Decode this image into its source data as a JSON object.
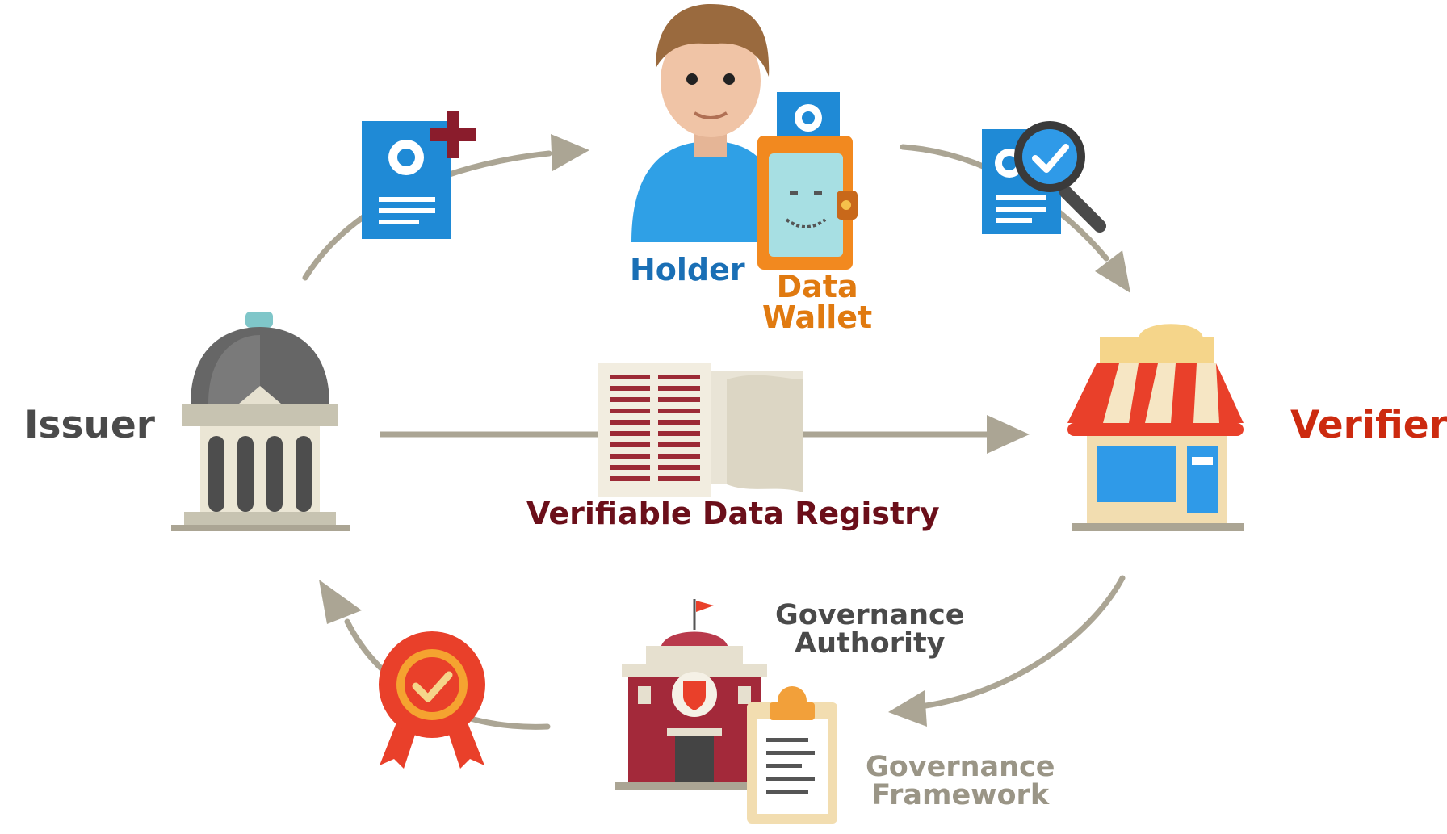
{
  "roles": {
    "issuer": "Issuer",
    "holder": "Holder",
    "data_wallet": "Data\nWallet",
    "verifier": "Verifier",
    "registry": "Verifiable Data Registry",
    "governance_authority": "Governance\nAuthority",
    "governance_framework": "Governance\nFramework"
  },
  "colors": {
    "arrow": "#aba594",
    "issuer_text": "#4a4a4a",
    "holder_text": "#1a6fb5",
    "wallet_text": "#e07a10",
    "verifier_text": "#cc2a0f",
    "registry_text": "#6b0f1a",
    "authority_text": "#4a4a4a",
    "framework_text": "#9a9586"
  },
  "icons": [
    "bank-building-icon",
    "person-holder-icon",
    "data-wallet-icon",
    "credential-issue-icon",
    "credential-verify-icon",
    "shop-storefront-icon",
    "ledger-scroll-icon",
    "governance-building-icon",
    "clipboard-framework-icon",
    "award-badge-icon"
  ]
}
